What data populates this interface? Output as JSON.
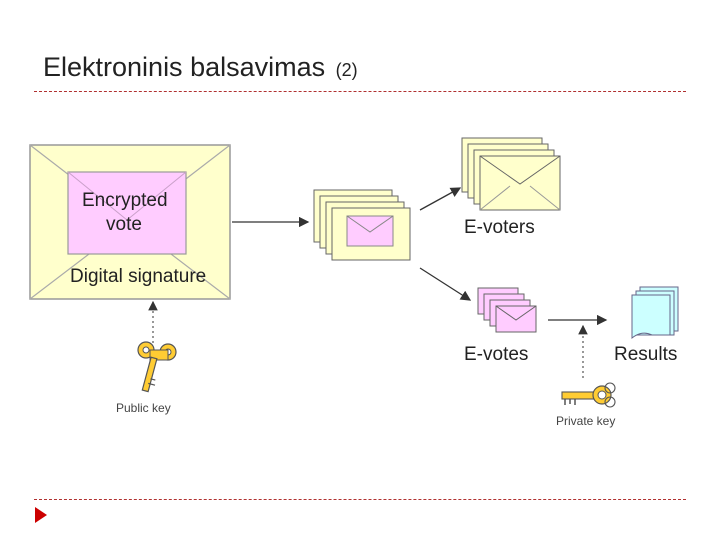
{
  "slide": {
    "title": "Elektroninis balsavimas",
    "title_suffix": "(2)"
  },
  "diagram": {
    "envelope_label_encrypted_line1": "Encrypted",
    "envelope_label_encrypted_line2": "vote",
    "envelope_label_signature": "Digital signature",
    "public_key_label": "Public key",
    "evoters_label": "E-voters",
    "evotes_label": "E-votes",
    "results_label": "Results",
    "private_key_label": "Private key"
  },
  "colors": {
    "envelope_fill": "#ffffcc",
    "vote_fill": "#ffccff",
    "key_fill": "#ffcc33",
    "results_fill": "#ccffff",
    "rule": "#b03030",
    "nav_arrow": "#cc0000"
  }
}
